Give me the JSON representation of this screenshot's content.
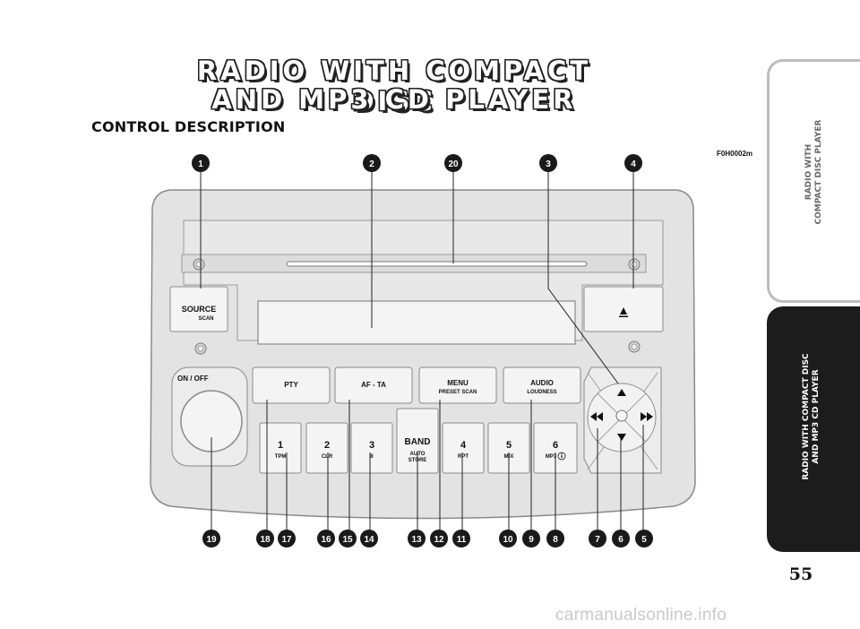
{
  "title": {
    "line1": "RADIO WITH COMPACT DISC",
    "line2": "AND MP3 CD PLAYER"
  },
  "section_heading": "CONTROL DESCRIPTION",
  "figure_code": "F0H0002m",
  "side_tabs": {
    "top": {
      "line1": "RADIO WITH",
      "line2": "COMPACT DISC PLAYER"
    },
    "bottom": {
      "line1": "RADIO WITH COMPACT DISC",
      "line2": "AND MP3 CD PLAYER"
    }
  },
  "page_number": "55",
  "watermark": "carmanualsonline.info",
  "buttons": {
    "source": {
      "main": "SOURCE",
      "sub": "SCAN"
    },
    "eject": {
      "icon": "eject-icon"
    },
    "on_off": "ON / OFF",
    "pty": "PTY",
    "af_ta": "AF - TA",
    "menu": {
      "main": "MENU",
      "sub": "PRESET SCAN"
    },
    "audio": {
      "main": "AUDIO",
      "sub": "LOUDNESS"
    },
    "band": {
      "main": "BAND",
      "sub1": "AUTO",
      "sub2": "STORE"
    },
    "presets": [
      {
        "num": "1",
        "sub": "TPM"
      },
      {
        "num": "2",
        "sub": "CLR"
      },
      {
        "num": "3",
        "sub": "II"
      },
      {
        "num": "4",
        "sub": "RPT"
      },
      {
        "num": "5",
        "sub": "MIX"
      },
      {
        "num": "6",
        "sub": "MP3"
      }
    ]
  },
  "callouts_top": [
    "1",
    "2",
    "20",
    "3",
    "4"
  ],
  "callouts_bottom": [
    "19",
    "18",
    "17",
    "16",
    "15",
    "14",
    "13",
    "12",
    "11",
    "10",
    "9",
    "8",
    "7",
    "6",
    "5"
  ],
  "colors": {
    "panel": "#e3e3e3",
    "button": "#f4f4f4",
    "outline": "#8a8a8a",
    "callout": "#1a1a1a"
  }
}
